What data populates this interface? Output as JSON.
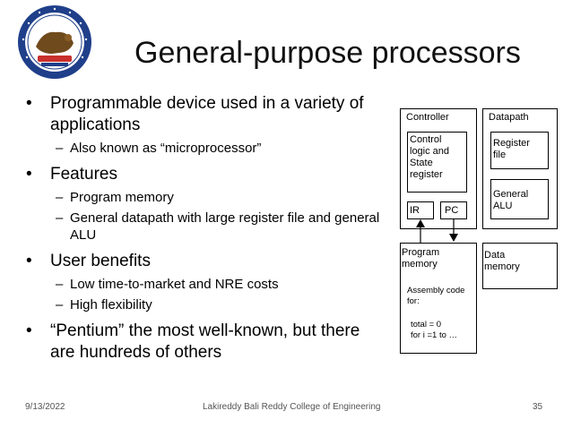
{
  "slide": {
    "title": "General-purpose processors",
    "bullets": [
      {
        "text": "Programmable device used in a variety of applications",
        "sub": [
          "Also known as “microprocessor”"
        ]
      },
      {
        "text": "Features",
        "sub": [
          "Program memory",
          "General datapath with large register file and general ALU"
        ]
      },
      {
        "text": "User benefits",
        "sub": [
          "Low time-to-market and NRE costs",
          "High flexibility"
        ]
      },
      {
        "text": "“Pentium” the most well-known, but there are hundreds of others",
        "sub": []
      }
    ]
  },
  "diagram": {
    "controller_label": "Controller",
    "datapath_label": "Datapath",
    "control_logic": "Control\nlogic and\nState\nregister",
    "ir": "IR",
    "pc": "PC",
    "register_file": "Register\nfile",
    "general_alu": "General\nALU",
    "program_memory": "Program\nmemory",
    "assembly_code": "Assembly code\nfor:",
    "code_line1": "total = 0",
    "code_line2": "for i =1 to …",
    "data_memory": "Data\nmemory"
  },
  "footer": {
    "date": "9/13/2022",
    "institution": "Lakireddy Bali Reddy College of Engineering",
    "page": "35"
  }
}
